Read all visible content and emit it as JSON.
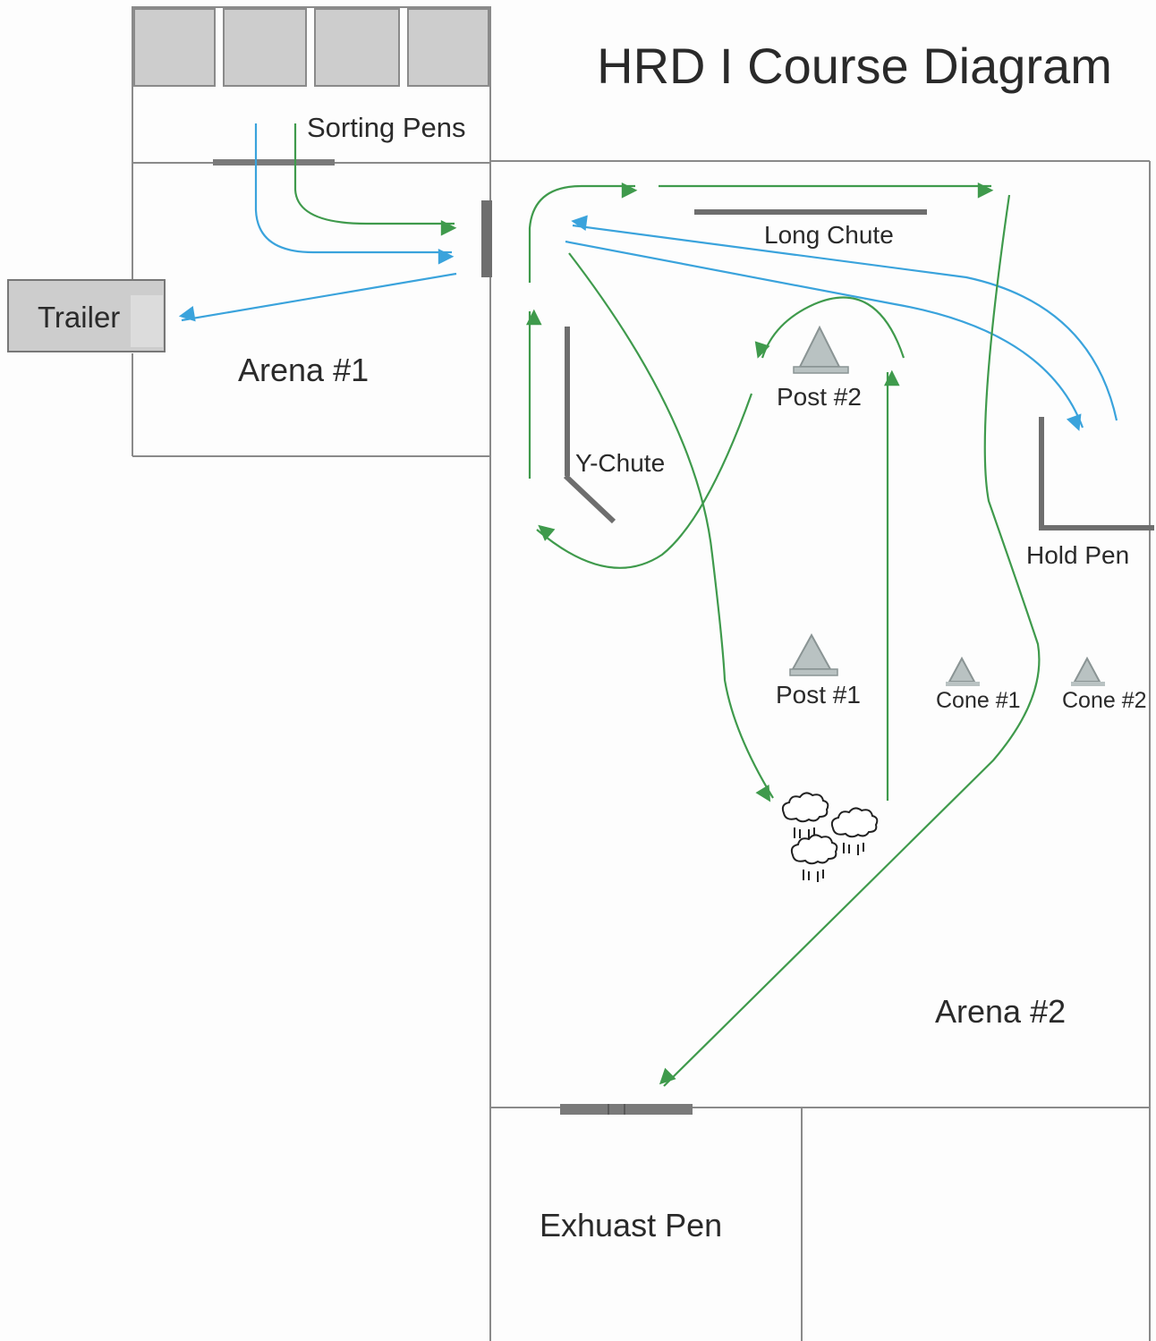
{
  "title": "HRD I Course Diagram",
  "labels": {
    "sorting_pens": "Sorting Pens",
    "trailer": "Trailer",
    "arena1": "Arena #1",
    "long_chute": "Long Chute",
    "post2": "Post #2",
    "y_chute": "Y-Chute",
    "hold_pen": "Hold Pen",
    "post1": "Post #1",
    "cone1": "Cone #1",
    "cone2": "Cone #2",
    "arena2": "Arena #2",
    "exhaust_pen": "Exhuast Pen"
  },
  "colors": {
    "green_path": "#3f9a4c",
    "blue_path": "#3aa3dc",
    "wall": "#6e6e6e",
    "fence": "#7a7a7a",
    "pen_fill": "#cdcdcd",
    "post_fill": "#b9c2c2"
  },
  "icons": [
    "sheep-icon",
    "post-icon",
    "cone-icon"
  ]
}
